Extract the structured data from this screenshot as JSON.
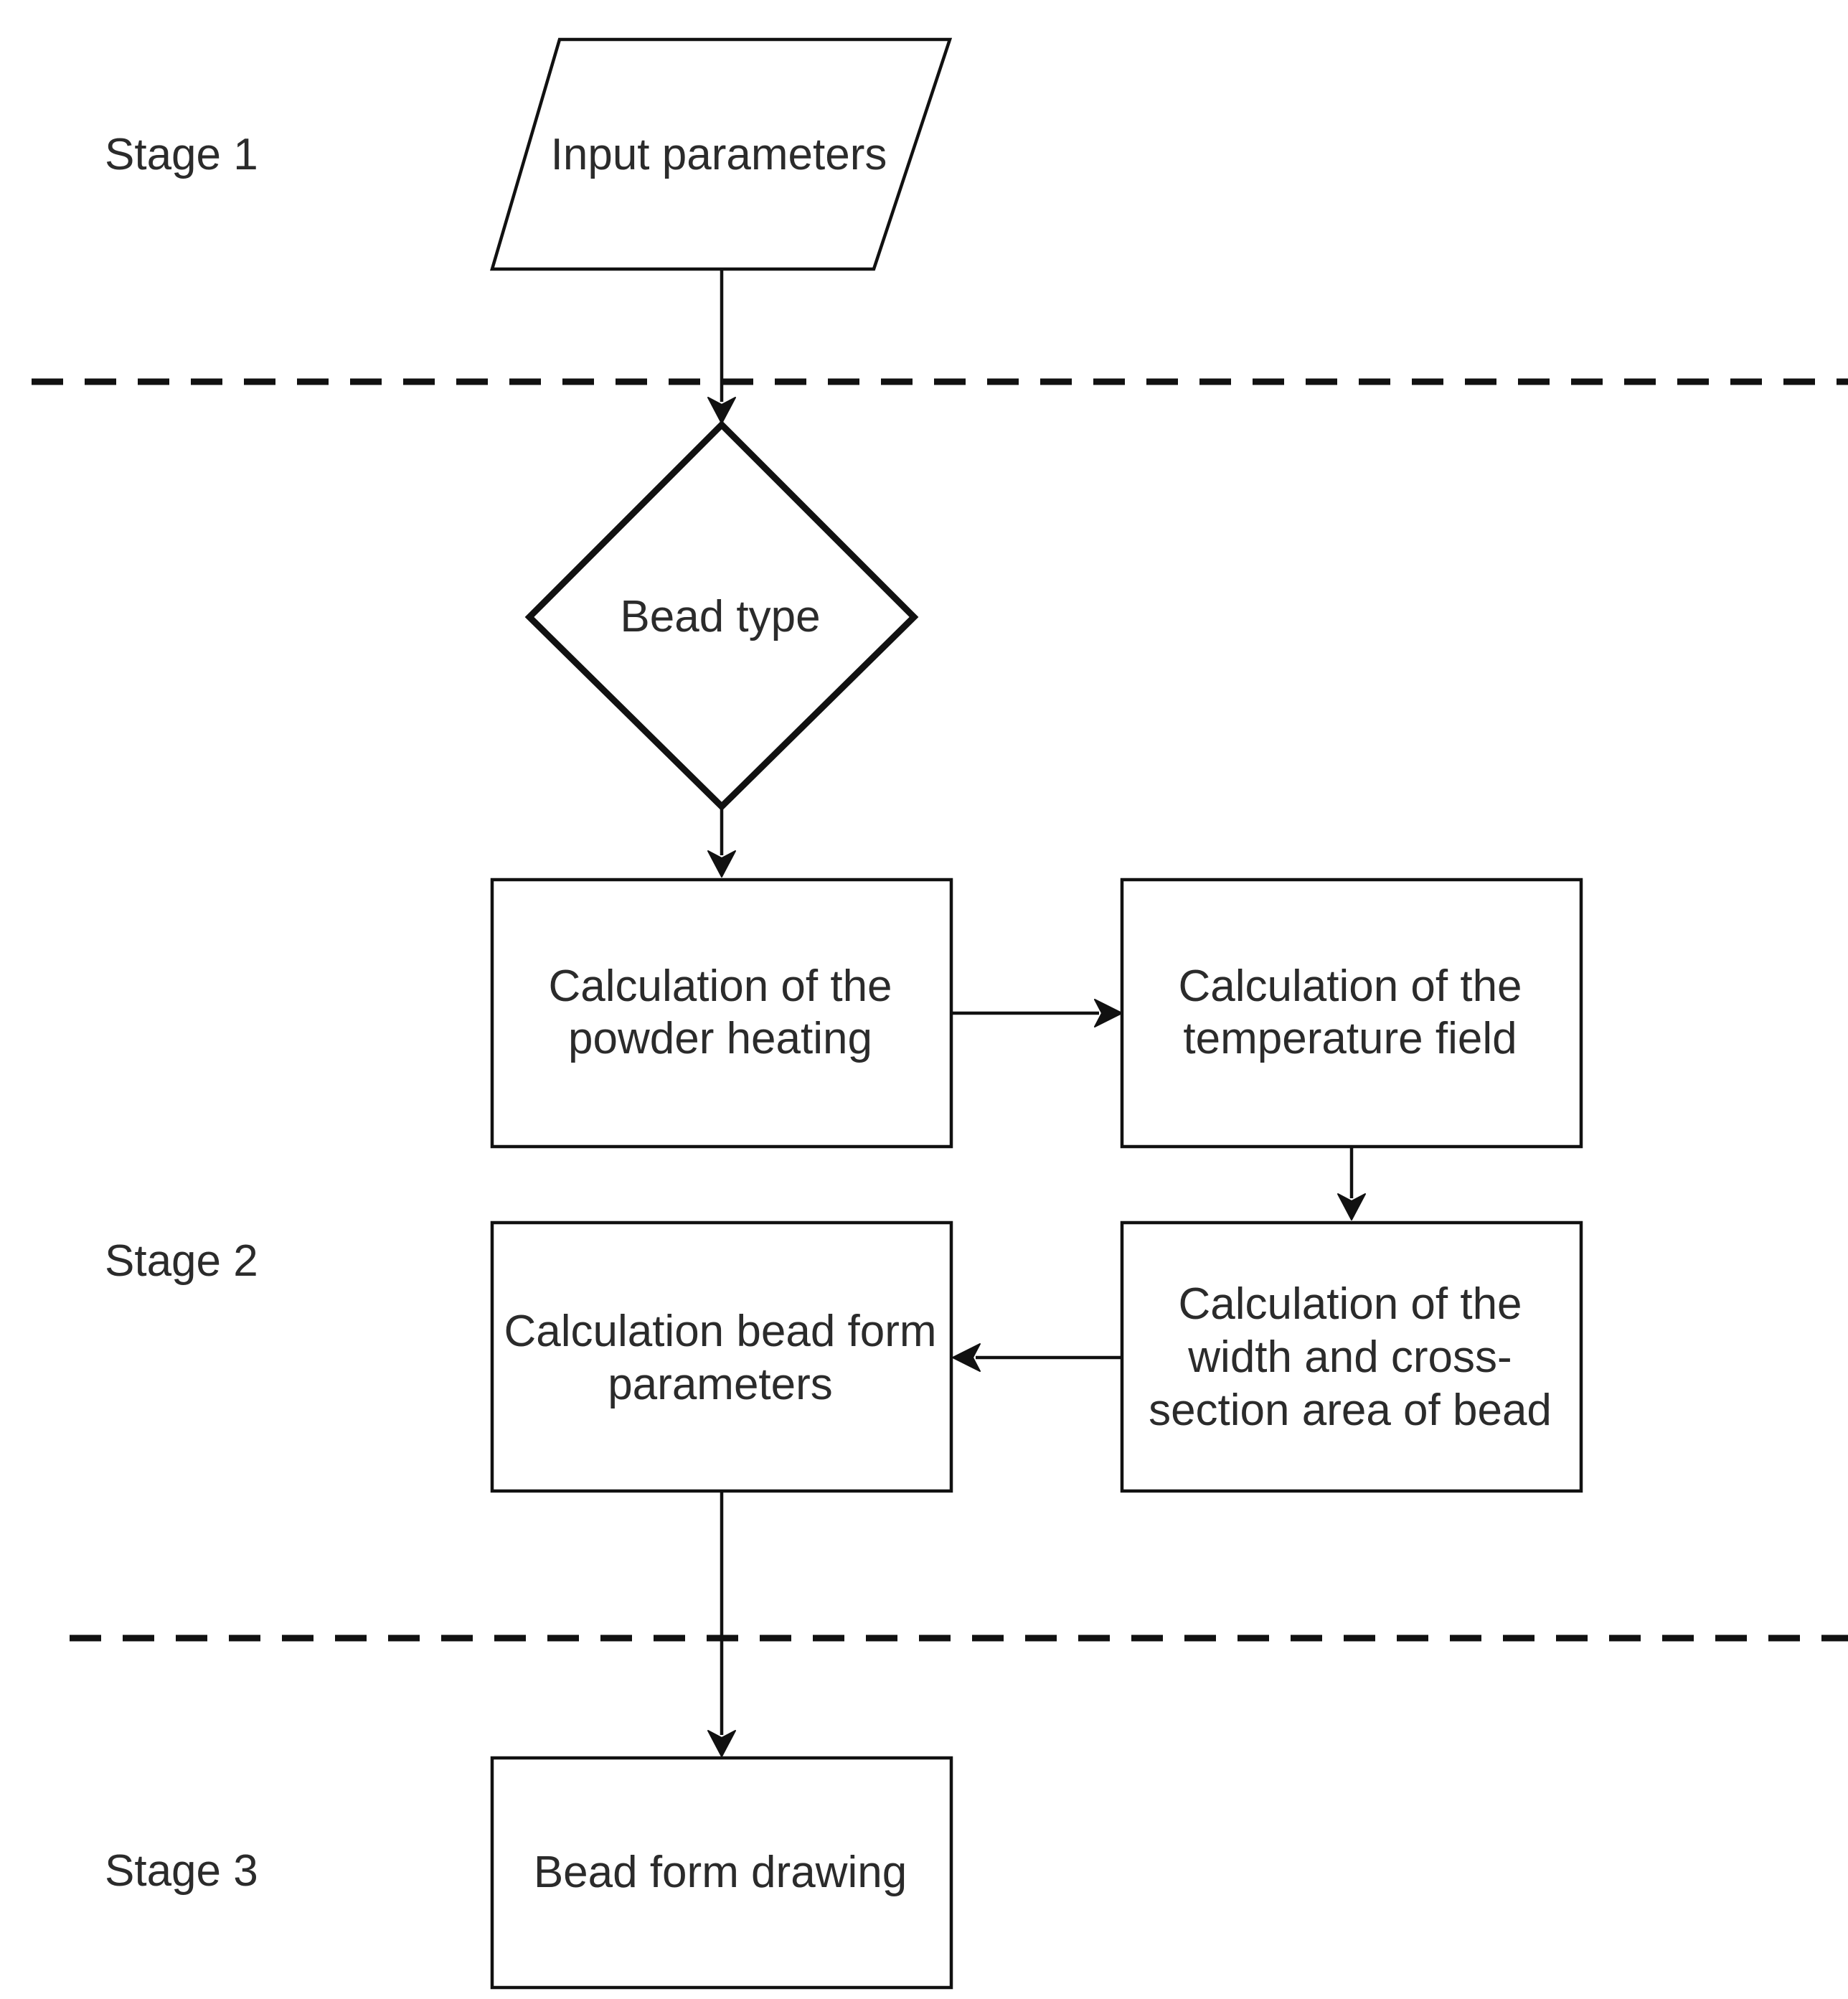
{
  "stages": {
    "stage1": "Stage 1",
    "stage2": "Stage 2",
    "stage3": "Stage 3"
  },
  "nodes": {
    "input": {
      "line1": "Input parameters"
    },
    "bead_type": {
      "line1": "Bead type"
    },
    "powder_heating": {
      "line1": "Calculation of the",
      "line2": "powder heating"
    },
    "temperature_field": {
      "line1": "Calculation of the",
      "line2": "temperature field"
    },
    "width_area": {
      "line1": "Calculation of the",
      "line2": "width and cross-",
      "line3": "section area of bead"
    },
    "bead_form_params": {
      "line1": "Calculation bead form",
      "line2": "parameters"
    },
    "bead_form_drawing": {
      "line1": "Bead form drawing"
    }
  },
  "colors": {
    "stroke": "#111111",
    "text": "#2b2b2b",
    "background": "#ffffff"
  }
}
